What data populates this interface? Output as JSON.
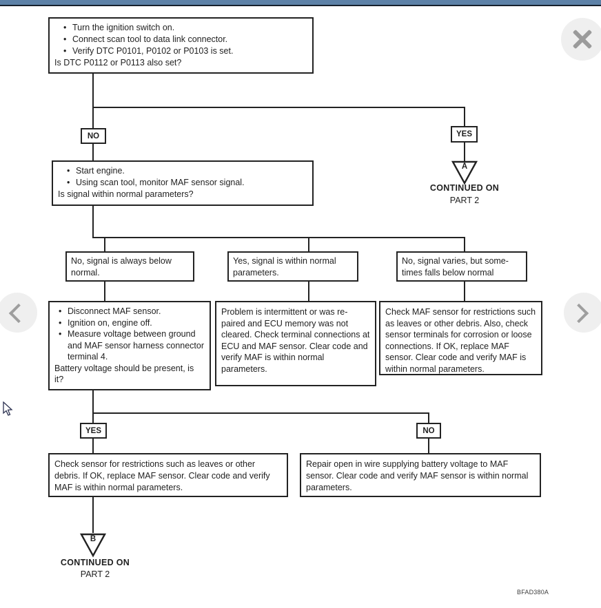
{
  "glyphs": {
    "bullet": "•"
  },
  "colors": {
    "top_bar": "#5d81a7",
    "top_bar_edge": "#16202c",
    "diagram_line": "#222222",
    "nav_circle": "#efefef",
    "nav_glyph": "#9b9b9b"
  },
  "viewer": {
    "figure_code": "BFAD380A"
  },
  "flowchart": {
    "step1": {
      "bullets": [
        "Turn the ignition switch on.",
        "Connect scan tool to data link connector.",
        "Verify DTC P0101, P0102 or P0103 is set."
      ],
      "question": "Is DTC P0112 or P0113 also set?"
    },
    "decision1": {
      "no": "NO",
      "yes": "YES"
    },
    "continue_a": {
      "letter": "A",
      "line1": "CONTINUED ON",
      "line2": "PART 2"
    },
    "step2": {
      "bullets": [
        "Start engine.",
        "Using scan tool, monitor MAF sensor signal."
      ],
      "question": "Is signal within normal parameters?"
    },
    "branches": {
      "low": "No, signal is always below normal.",
      "normal": "Yes, signal is within normal parameters.",
      "varies": "No, signal varies, but some-times falls below normal"
    },
    "actions": {
      "measure_voltage": {
        "bullets": [
          "Disconnect MAF sensor.",
          "Ignition on, engine off.",
          "Measure voltage between ground and MAF sensor harness connector terminal 4."
        ],
        "question": "Battery voltage should be present, is it?"
      },
      "intermittent": "Problem is intermittent or was re-paired and ECU memory was not cleared. Check terminal connections at ECU and MAF sensor. Clear code and verify MAF is within normal parameters.",
      "restrictions": "Check MAF sensor for restrictions such as leaves or other debris. Also, check sensor terminals for corrosion or loose connections. If OK, replace MAF sensor. Clear code and verify MAF is within normal parameters."
    },
    "decision2": {
      "yes": "YES",
      "no": "NO"
    },
    "results": {
      "check_sensor": "Check sensor for restrictions such as leaves or other debris. If OK, replace MAF sensor. Clear code and verify MAF is within normal parameters.",
      "repair_wire": "Repair open in wire supplying battery voltage to MAF sensor. Clear code and verify MAF sensor is within normal parameters."
    },
    "continue_b": {
      "letter": "B",
      "line1": "CONTINUED ON",
      "line2": "PART 2"
    }
  }
}
